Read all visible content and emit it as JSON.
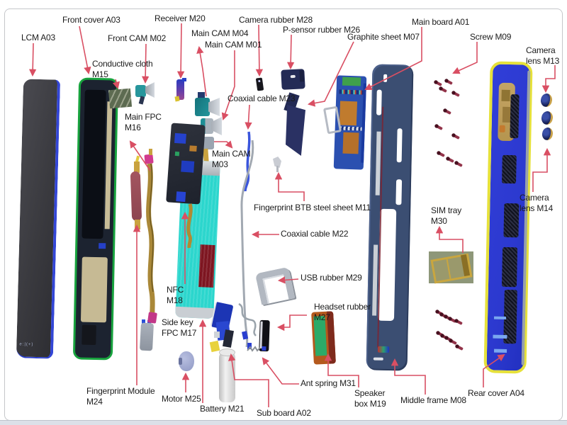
{
  "colors": {
    "arrow": "#d94f63",
    "label_text": "#1c1c1c",
    "frame_border": "#c5c7ca",
    "battery_teal": "#2bd6cd",
    "rear_cover_blue": "#2c39cf",
    "rear_cover_rim": "#e6e13a",
    "middle_frame_slate": "#3b4e72",
    "front_cover_green": "#18a33e",
    "lcm_dark": "#3c3c41",
    "pcb_blue": "#2b50b0",
    "copper": "#c07b2e",
    "screw_red": "#93344a",
    "gold_flex": "#aa8838"
  },
  "lcm_etching": "e:|(+)",
  "labels": [
    {
      "id": "lcm-a03",
      "text": "LCM A03"
    },
    {
      "id": "front-cover-a03",
      "text": "Front cover A03"
    },
    {
      "id": "front-cam-m02",
      "text": "Front CAM M02"
    },
    {
      "id": "conductive-cloth-m15",
      "text": "Conductive cloth\nM15"
    },
    {
      "id": "receiver-m20",
      "text": "Receiver M20"
    },
    {
      "id": "main-cam-m04",
      "text": "Main CAM M04"
    },
    {
      "id": "main-cam-m01",
      "text": "Main CAM M01"
    },
    {
      "id": "camera-rubber-m28",
      "text": "Camera rubber M28"
    },
    {
      "id": "p-sensor-rubber-m26",
      "text": "P-sensor rubber M26"
    },
    {
      "id": "graphite-sheet-m07",
      "text": "Graphite sheet M07"
    },
    {
      "id": "main-board-a01",
      "text": "Main board A01"
    },
    {
      "id": "screw-m09",
      "text": "Screw M09"
    },
    {
      "id": "camera-lens-m13",
      "text": "Camera\nlens M13"
    },
    {
      "id": "coaxial-cable-m23",
      "text": "Coaxial cable M23"
    },
    {
      "id": "main-fpc-m16",
      "text": "Main FPC\nM16"
    },
    {
      "id": "main-cam-m03",
      "text": "Main CAM\nM03"
    },
    {
      "id": "fingerprint-btb-steel-sheet-m11",
      "text": "Fingerprint BTB steel sheet M11"
    },
    {
      "id": "coaxial-cable-m22",
      "text": "Coaxial cable M22"
    },
    {
      "id": "usb-rubber-m29",
      "text": "USB rubber M29"
    },
    {
      "id": "headset-rubber-m27",
      "text": "Headset rubber\nM27"
    },
    {
      "id": "nfc-m18",
      "text": "NFC\nM18"
    },
    {
      "id": "side-key-fpc-m17",
      "text": "Side key\nFPC M17"
    },
    {
      "id": "sim-tray-m30",
      "text": "SIM tray\nM30"
    },
    {
      "id": "camera-lens-m14",
      "text": "Camera\nlens M14"
    },
    {
      "id": "fingerprint-module-m24",
      "text": "Fingerprint Module\nM24"
    },
    {
      "id": "motor-m25",
      "text": "Motor M25"
    },
    {
      "id": "battery-m21",
      "text": "Battery M21"
    },
    {
      "id": "sub-board-a02",
      "text": "Sub board A02"
    },
    {
      "id": "ant-spring-m31",
      "text": "Ant spring M31"
    },
    {
      "id": "speaker-box-m19",
      "text": "Speaker\nbox M19"
    },
    {
      "id": "middle-frame-m08",
      "text": "Middle frame M08"
    },
    {
      "id": "rear-cover-a04",
      "text": "Rear cover A04"
    }
  ]
}
